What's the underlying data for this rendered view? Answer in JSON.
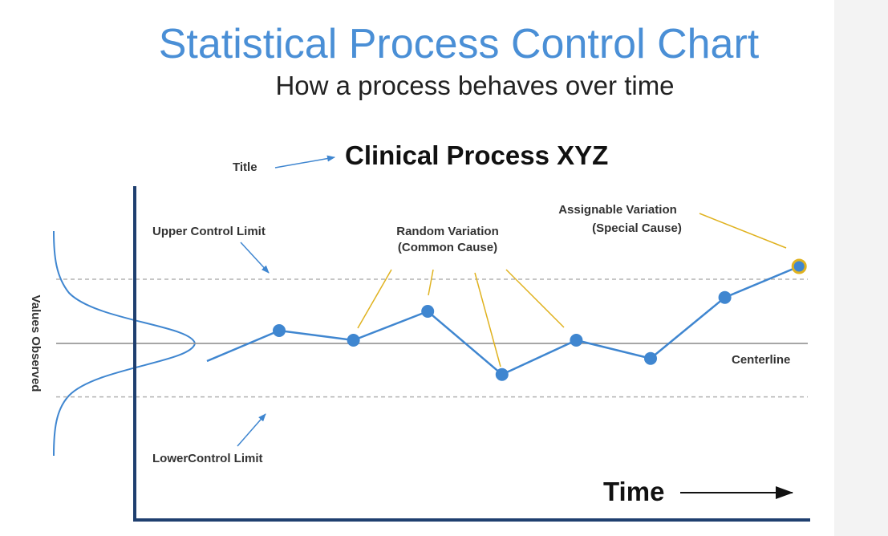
{
  "header": {
    "title": "Statistical Process Control Chart",
    "subtitle": "How a process behaves over time"
  },
  "diagram": {
    "chart_title": "Clinical Process XYZ",
    "title_label": "Title",
    "ylabel": "Values Observed",
    "xlabel": "Time",
    "labels": {
      "ucl": "Upper Control Limit",
      "lcl": "LowerControl Limit",
      "centerline": "Centerline",
      "random_line1": "Random Variation",
      "random_line2": "(Common Cause)",
      "assignable_line1": "Assignable Variation",
      "assignable_line2": "(Special Cause)"
    },
    "colors": {
      "series": "#3f86d0",
      "annotation": "#e0b21f",
      "limit_line": "#b3b3b3",
      "centerline": "#999999",
      "axis": "#1f3f6f",
      "title": "#4a8fd6"
    },
    "limits": {
      "ucl": 3,
      "centerline": 0,
      "lcl": -2.5
    },
    "series_values": [
      0.6,
      0.15,
      1.5,
      -1.45,
      0.15,
      -0.7,
      2.15,
      3.6
    ],
    "special_cause_index": 7
  }
}
